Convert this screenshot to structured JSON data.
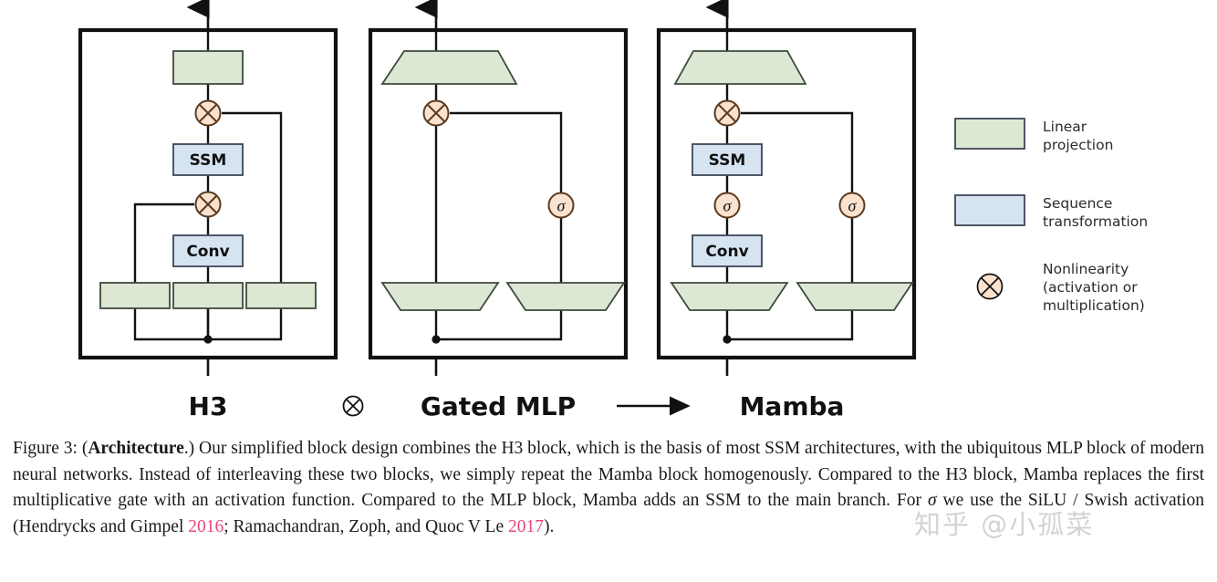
{
  "figure": {
    "caption_label": "Figure 3:",
    "caption_bold": "Architecture",
    "caption_text_1": ".) Our simplified block design combines the H3 block, which is the basis of most SSM architectures, with the ubiquitous MLP block of modern neural networks. Instead of interleaving these two blocks, we simply repeat the Mamba block homogenously. Compared to the H3 block, Mamba replaces the first multiplicative gate with an activation function. Compared to the MLP block, Mamba adds an SSM to the main branch. For ",
    "caption_sigma": "σ",
    "caption_text_2": " we use the SiLU / Swish activation (Hendrycks and Gimpel ",
    "caption_cite_1": "2016",
    "caption_text_3": "; Ramachandran, Zoph, and Quoc V Le ",
    "caption_cite_2": "2017",
    "caption_text_4": ")."
  },
  "blocks": {
    "h3": {
      "name": "H3",
      "boxes": {
        "top_linear": "",
        "ssm": "SSM",
        "conv": "Conv",
        "in_left": "",
        "in_mid": "",
        "in_right": ""
      },
      "nodes": {
        "mult_top": "⊗",
        "mult_mid": "⊗"
      }
    },
    "gated_mlp": {
      "name": "Gated MLP",
      "boxes": {
        "top_linear": "",
        "in_left": "",
        "in_right": ""
      },
      "nodes": {
        "mult_top": "⊗",
        "sigma_right": "σ"
      }
    },
    "mamba": {
      "name": "Mamba",
      "boxes": {
        "top_linear": "",
        "ssm": "SSM",
        "conv": "Conv",
        "in_left": "",
        "in_right": ""
      },
      "nodes": {
        "mult_top": "⊗",
        "sigma_main": "σ",
        "sigma_right": "σ"
      }
    }
  },
  "operators": {
    "combine": "⊗",
    "arrow": "⟶"
  },
  "legend": {
    "items": [
      {
        "swatch": "green",
        "line1": "Linear",
        "line2": "projection"
      },
      {
        "swatch": "blue",
        "line1": "Sequence",
        "line2": "transformation"
      },
      {
        "swatch": "circle-x",
        "line1": "Nonlinearity",
        "line2": "(activation or",
        "line3": "multiplication)"
      }
    ]
  },
  "colors": {
    "green_fill": "#dde8d4",
    "green_stroke": "#3c4a3c",
    "blue_fill": "#d6e4f2",
    "blue_stroke": "#3c4656",
    "peach_fill": "#fae2cf",
    "peach_stroke": "#5a3b20",
    "line": "#111111",
    "cite": "#e8467f"
  },
  "watermark": {
    "text": "知乎 @小孤菜"
  }
}
